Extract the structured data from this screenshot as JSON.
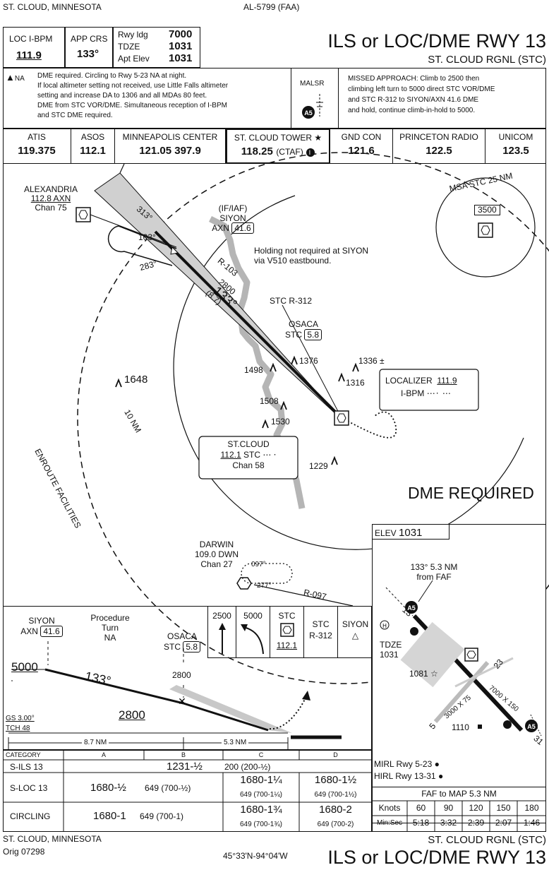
{
  "header": {
    "city": "ST. CLOUD, MINNESOTA",
    "chart_id": "AL-5799 (FAA)",
    "loc_label": "LOC  I-BPM",
    "loc_freq": "111.9",
    "app_crs_label": "APP CRS",
    "app_crs": "133°",
    "rwy_ldg_label": "Rwy ldg",
    "rwy_ldg": "7000",
    "tdze_label": "TDZE",
    "tdze": "1031",
    "apt_elev_label": "Apt Elev",
    "apt_elev": "1031",
    "title": "ILS or LOC/DME RWY 13",
    "airport": "ST. CLOUD RGNL (STC)"
  },
  "notes": {
    "na_symbol": "NA",
    "lines": [
      "DME required.  Circling to Rwy 5-23 NA at night.",
      "If local altimeter setting not received, use Little Falls altimeter",
      "setting and increase DA to 1306 and all MDAs 80 feet.",
      "DME from STC VOR/DME. Simultaneous reception of I-BPM",
      "and STC DME required."
    ],
    "lighting": "MALSR",
    "missed_approach": [
      "MISSED APPROACH:  Climb to 2500 then",
      "climbing left turn to 5000 direct STC VOR/DME",
      "and STC R-312 to SIYON/AXN 41.6 DME",
      "and hold, continue climb-in-hold to 5000."
    ]
  },
  "comms": [
    {
      "label": "ATIS",
      "value": "119.375"
    },
    {
      "label": "ASOS",
      "value": "112.1"
    },
    {
      "label": "MINNEAPOLIS CENTER",
      "value": "121.05  397.9"
    },
    {
      "label": "ST. CLOUD TOWER",
      "value": "118.25",
      "suffix": "(CTAF)"
    },
    {
      "label": "GND CON",
      "value": "121.6"
    },
    {
      "label": "PRINCETON RADIO",
      "value": "122.5"
    },
    {
      "label": "UNICOM",
      "value": "123.5"
    }
  ],
  "plan": {
    "alexandria": [
      "ALEXANDRIA",
      "112.8 AXN",
      "Chan 75"
    ],
    "hold_313": "313°",
    "hold_103": "103°",
    "hold_283": "283°",
    "r103": "R-103",
    "alt_2800": "2800",
    "dist_87": "(8.7)",
    "crs_133": "133°",
    "siyon_if": "(IF/IAF)",
    "siyon": "SIYON",
    "siyon_fix": "AXN",
    "siyon_dme": "41.6",
    "holding_note": [
      "Holding not required at SIYON",
      "via V510 eastbound."
    ],
    "stc_r312": "STC R-312",
    "osaca": "OSACA",
    "osaca_fix": "STC",
    "osaca_dme": "5.8",
    "obstacles": [
      "1376",
      "1498",
      "1336 ±",
      "1316",
      "1648",
      "1508",
      "1530",
      "1229"
    ],
    "localizer_label": "LOCALIZER",
    "localizer_freq": "111.9",
    "localizer_id": "I-BPM",
    "stcloud_vor": [
      "ST.CLOUD",
      "112.1",
      "STC",
      "Chan 58"
    ],
    "ten_nm": "10 NM",
    "enroute": "ENROUTE FACILITIES",
    "msa": "MSA STC 25 NM",
    "msa_alt": "3500",
    "dme_required": "DME REQUIRED",
    "darwin": [
      "DARWIN",
      "109.0  DWN",
      "Chan 27"
    ],
    "darwin_097": "097°",
    "darwin_277": "277°",
    "r097": "R-097"
  },
  "airport_diagram": {
    "elev_label": "ELEV",
    "elev": "1031",
    "crs_note": [
      "133° 5.3 NM",
      "from FAF"
    ],
    "tdze_label": "TDZE",
    "tdze": "1031",
    "rwy13": "13",
    "rwy31": "31",
    "rwy5": "5",
    "rwy23": "23",
    "rwy_dims_1": "7000 X 150",
    "rwy_dims_2": "3000 X 75",
    "obst_1081": "1081",
    "obst_1110": "1110",
    "mirl": "MIRL Rwy 5-23",
    "hirl": "HIRL Rwy 13-31"
  },
  "profile": {
    "siyon": "SIYON",
    "siyon_fix": "AXN",
    "siyon_dme": "41.6",
    "proc_turn": [
      "Procedure",
      "Turn",
      "NA"
    ],
    "osaca": "OSACA",
    "osaca_fix": "STC",
    "osaca_dme": "5.8",
    "alt_5000": "5000",
    "crs": "133°",
    "alt_2800_top": "2800",
    "alt_2800": "2800",
    "gs": "GS 3.00°",
    "tch": "TCH 48",
    "dist_1": "8.7 NM",
    "dist_2": "5.3 NM",
    "ma_icons": [
      "2500",
      "5000",
      "STC",
      "112.1",
      "STC",
      "R-312",
      "SIYON"
    ]
  },
  "minimums": {
    "categories": [
      "CATEGORY",
      "A",
      "B",
      "C",
      "D"
    ],
    "s_ils": {
      "label": "S-ILS 13",
      "value": "1231-½",
      "hat": "200 (200-½)"
    },
    "s_loc": {
      "label": "S-LOC 13",
      "ab": "1680-½",
      "ab_hat": "649 (700-½)",
      "c": "1680-1¼",
      "c_hat": "649 (700-1¼)",
      "d": "1680-1½",
      "d_hat": "649 (700-1½)"
    },
    "circling": {
      "label": "CIRCLING",
      "ab": "1680-1",
      "ab_hat": "649 (700-1)",
      "c": "1680-1¾",
      "c_hat": "649 (700-1¾)",
      "d": "1680-2",
      "d_hat": "649 (700-2)"
    }
  },
  "timing": {
    "title": "FAF to MAP  5.3 NM",
    "knots_label": "Knots",
    "knots": [
      "60",
      "90",
      "120",
      "150",
      "180"
    ],
    "minsec_label": "Min:Sec",
    "times": [
      "5:18",
      "3:32",
      "2:39",
      "2:07",
      "1:46"
    ]
  },
  "footer": {
    "city": "ST. CLOUD, MINNESOTA",
    "orig": "Orig 07298",
    "coords": "45°33'N-94°04'W",
    "airport": "ST. CLOUD RGNL (STC)",
    "title": "ILS or LOC/DME RWY 13"
  }
}
